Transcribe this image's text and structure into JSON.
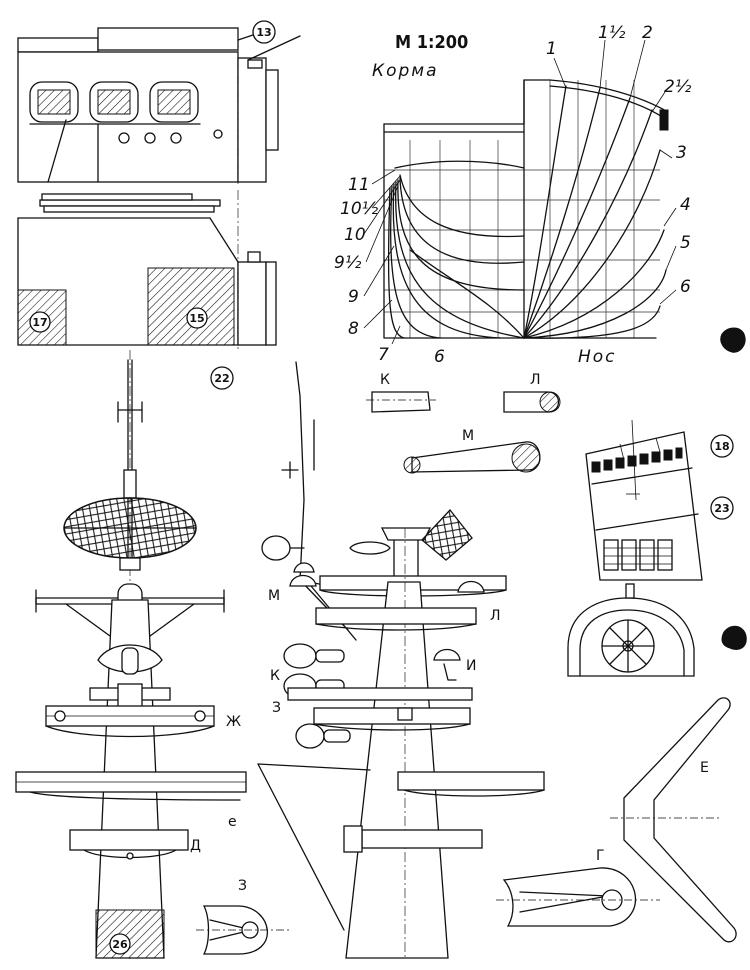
{
  "scale_label": "М 1:200",
  "stern_label": "Корма",
  "bow_label": "Нос",
  "station_labels": {
    "s1": "1",
    "s1_5": "1½",
    "s2": "2",
    "s2_5": "2½",
    "s3": "3",
    "s4": "4",
    "s5": "5",
    "s6r": "6",
    "s11": "11",
    "s10_5": "10½",
    "s10": "10",
    "s9_5": "9½",
    "s9": "9",
    "s8": "8",
    "s7": "7",
    "s6b": "6"
  },
  "part_numbers": {
    "p13": "13",
    "p17": "17",
    "p15": "15",
    "p22": "22",
    "p18": "18",
    "p23": "23",
    "p26": "26"
  },
  "detail_letters": {
    "k_top": "К",
    "l_top": "Л",
    "m_top": "М",
    "m_mast": "М",
    "l_mast": "Л",
    "k_mast": "К",
    "i_mast": "И",
    "z_mast": "З",
    "zh_mast": "Ж",
    "e_mast": "е",
    "d_mast": "Д",
    "z_bottom": "З",
    "g_bottom": "Г",
    "e_bottom": "Е"
  },
  "colors": {
    "ink": "#111111",
    "paper": "#ffffff"
  }
}
